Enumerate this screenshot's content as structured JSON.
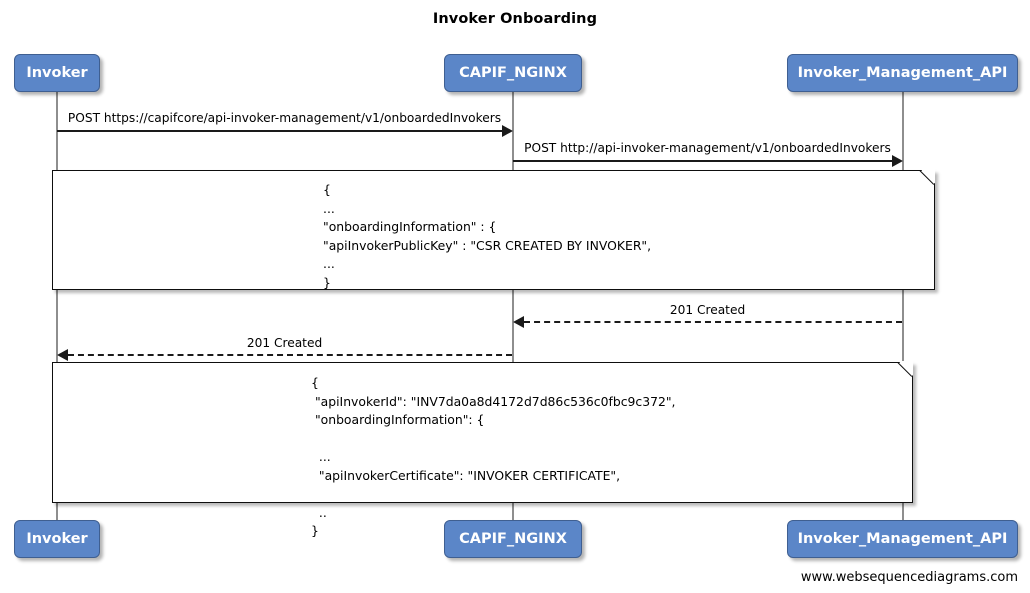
{
  "title": "Invoker Onboarding",
  "footer": "www.websequencediagrams.com",
  "colors": {
    "participant_fill": "#5b86c8",
    "participant_border": "#3f5f91",
    "participant_text": "#ffffff",
    "lifeline": "#8e8e8e",
    "line": "#1a1a1a",
    "note_fill": "#ffffff",
    "note_border": "#0e0e0e",
    "background": "#ffffff"
  },
  "participants": [
    {
      "id": "invoker",
      "label": "Invoker"
    },
    {
      "id": "capif_nginx",
      "label": "CAPIF_NGINX"
    },
    {
      "id": "invoker_management_api",
      "label": "Invoker_Management_API"
    }
  ],
  "messages": [
    {
      "id": "m1",
      "label": "POST https://capifcore/api-invoker-management/v1/onboardedInvokers",
      "from": "invoker",
      "to": "capif_nginx",
      "style": "solid",
      "direction": "right"
    },
    {
      "id": "m2",
      "label": "POST http://api-invoker-management/v1/onboardedInvokers",
      "from": "capif_nginx",
      "to": "invoker_management_api",
      "style": "solid",
      "direction": "right"
    },
    {
      "id": "m3",
      "label": "201 Created",
      "from": "invoker_management_api",
      "to": "capif_nginx",
      "style": "dashed",
      "direction": "left"
    },
    {
      "id": "m4",
      "label": "201 Created",
      "from": "capif_nginx",
      "to": "invoker",
      "style": "dashed",
      "direction": "left"
    }
  ],
  "notes": [
    {
      "id": "note1",
      "text": "{\n...\n\"onboardingInformation\" : {\n\"apiInvokerPublicKey\" : \"CSR CREATED BY INVOKER\",\n...\n}"
    },
    {
      "id": "note2",
      "text": "{\n \"apiInvokerId\": \"INV7da0a8d4172d7d86c536c0fbc9c372\",\n \"onboardingInformation\": {\n\n  ...\n  \"apiInvokerCertificate\": \"INVOKER CERTIFICATE\",\n\n  ..\n}"
    }
  ]
}
